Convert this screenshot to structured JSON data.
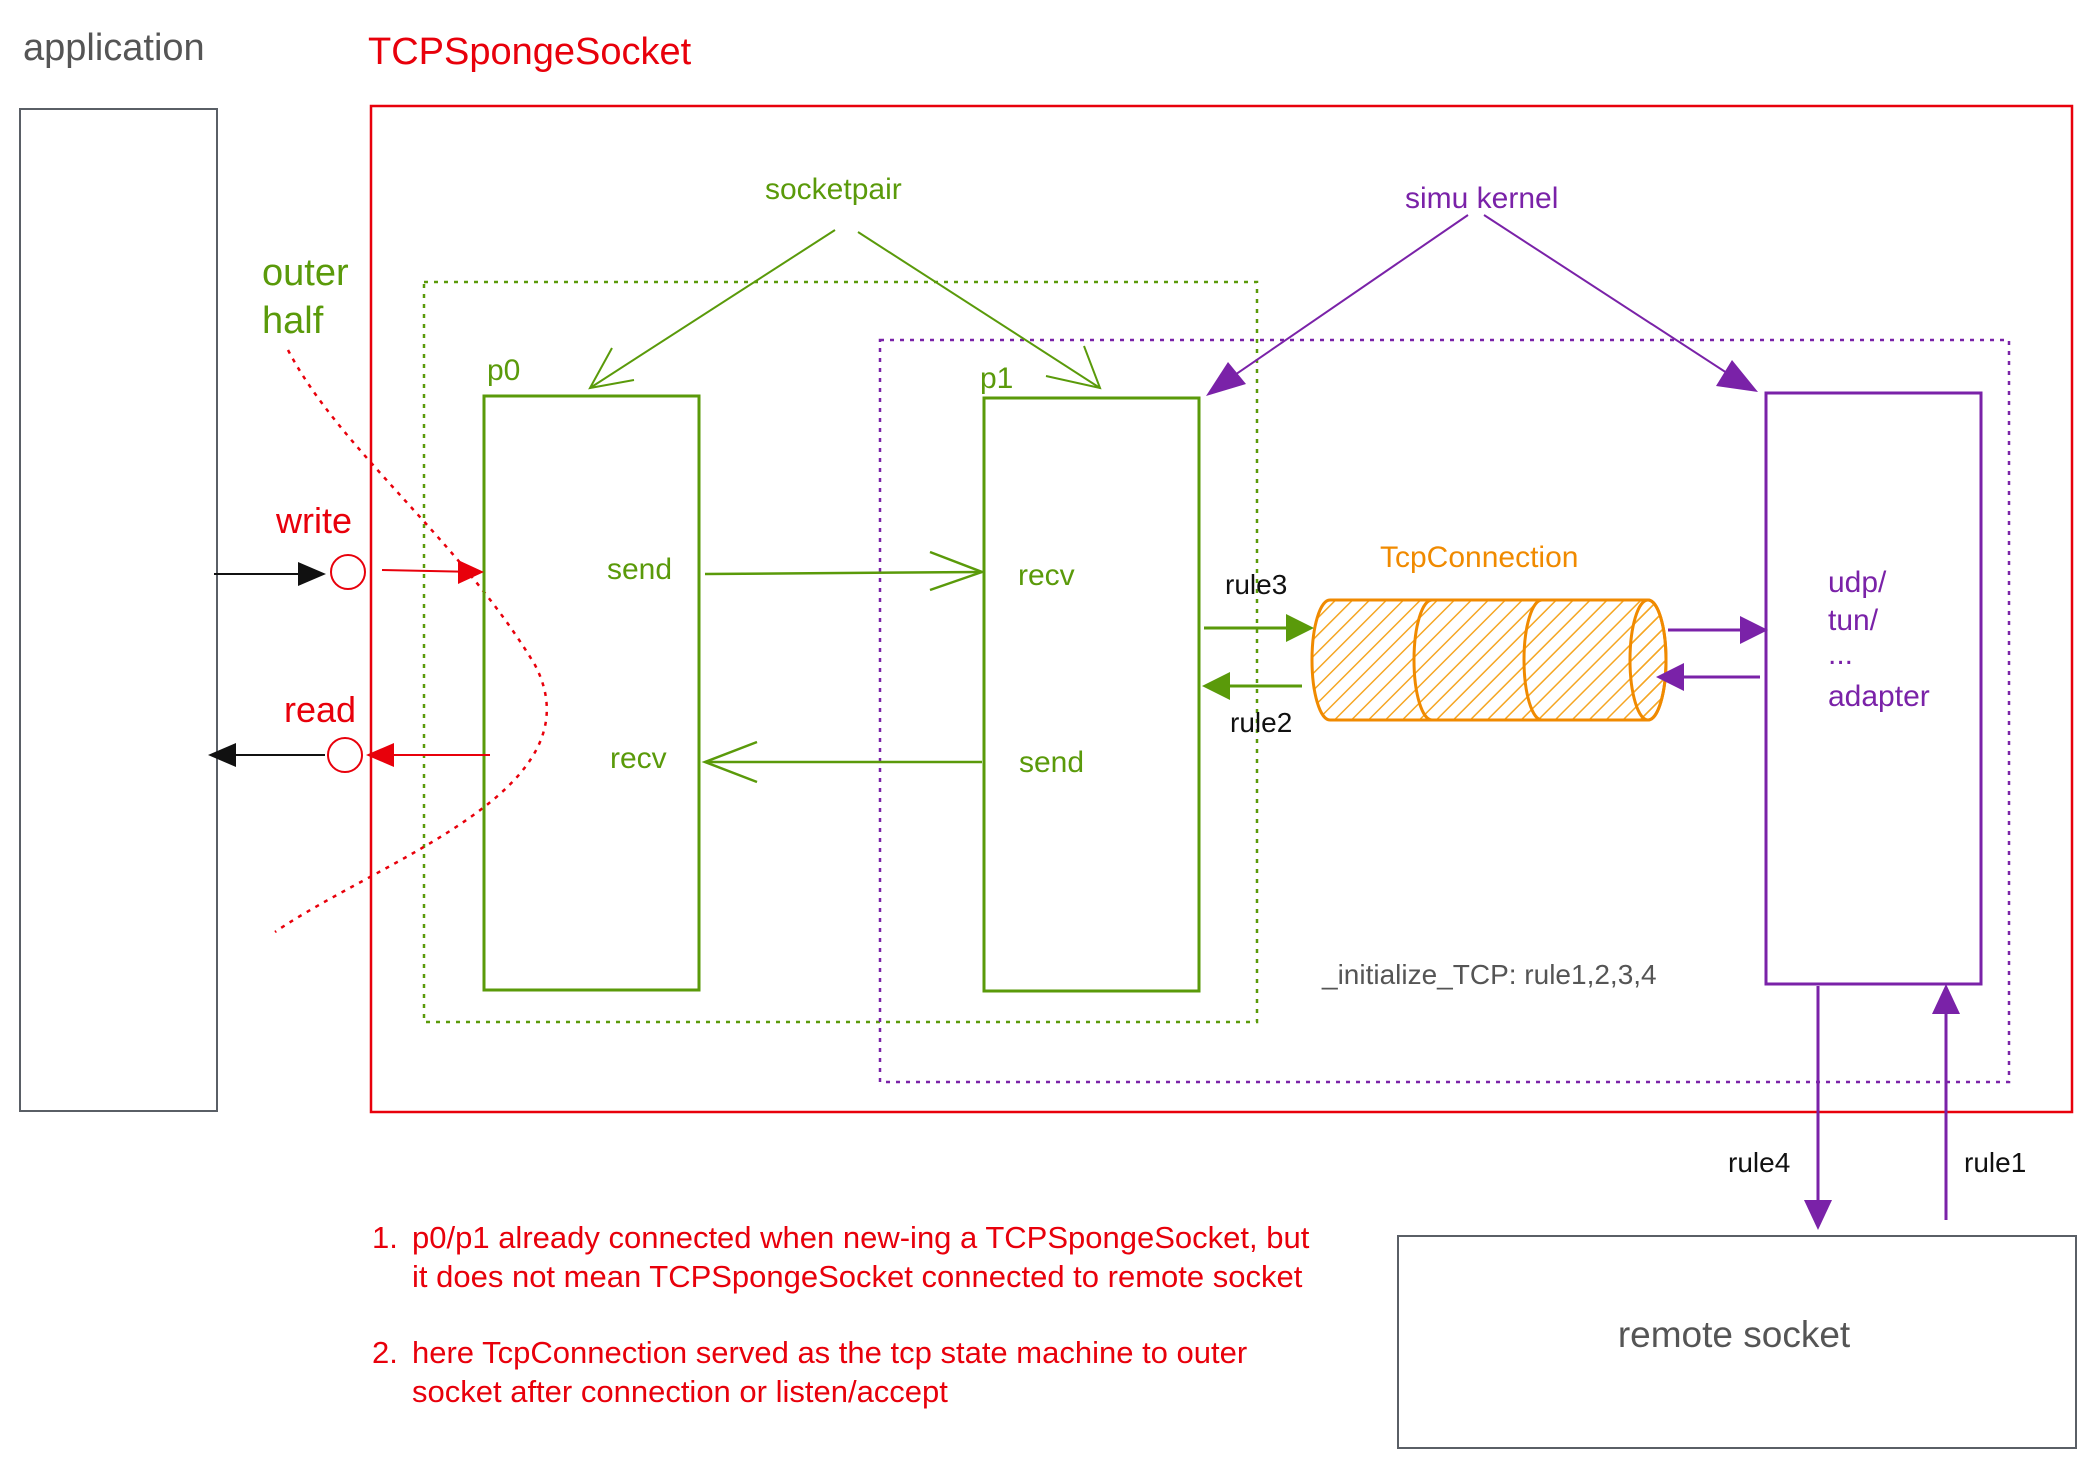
{
  "labels": {
    "application": "application",
    "tcp_sponge_socket": "TCPSpongeSocket",
    "outer_half_line1": "outer",
    "outer_half_line2": "half",
    "socketpair": "socketpair",
    "simu_kernel": "simu kernel",
    "p0": "p0",
    "p1": "p1",
    "write": "write",
    "read": "read",
    "p0_send": "send",
    "p0_recv": "recv",
    "p1_recv": "recv",
    "p1_send": "send",
    "tcp_connection": "TcpConnection",
    "rule3": "rule3",
    "rule2": "rule2",
    "rule4": "rule4",
    "rule1": "rule1",
    "adapter_line1": "udp/",
    "adapter_line2": "tun/",
    "adapter_line3": "...",
    "adapter_line4": "adapter",
    "initialize_tcp": "_initialize_TCP: rule1,2,3,4",
    "remote_socket": "remote socket"
  },
  "notes": [
    {
      "num": "1.",
      "text": "p0/p1 already connected when new-ing a TCPSpongeSocket, but it does not mean  TCPSpongeSocket connected to remote socket"
    },
    {
      "num": "2.",
      "text": "here TcpConnection served as the tcp state machine to outer socket after connection or listen/accept"
    }
  ],
  "colors": {
    "red": "#e8000b",
    "green": "#5a9a0a",
    "purple": "#7a22a8",
    "orange": "#f08a00",
    "gray": "#555555",
    "black": "#111111"
  }
}
